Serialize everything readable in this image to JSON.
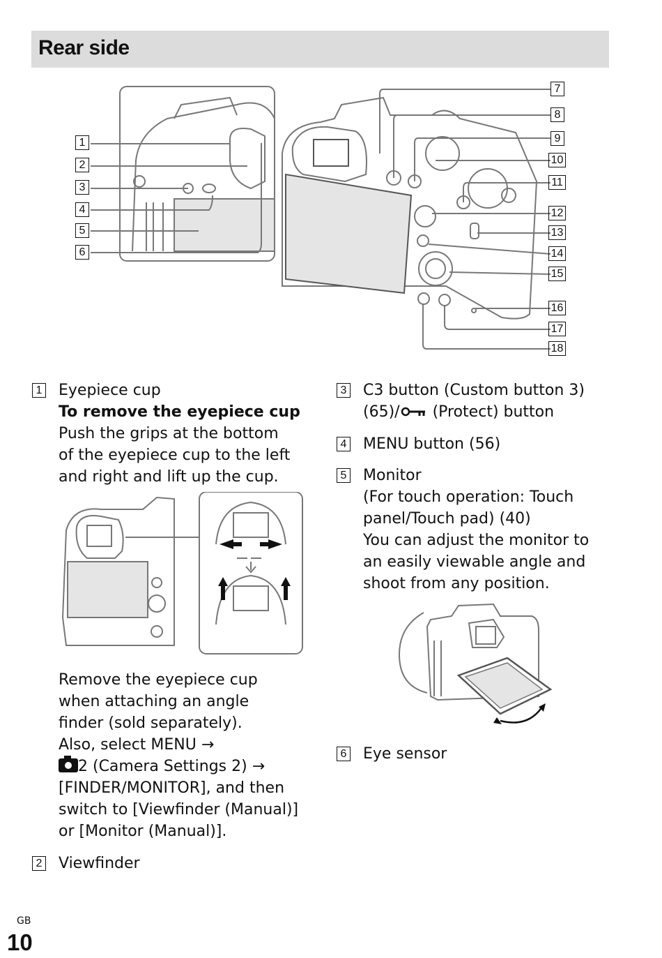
{
  "header": {
    "title": "Rear side"
  },
  "callouts": [
    "1",
    "2",
    "3",
    "4",
    "5",
    "6",
    "7",
    "8",
    "9",
    "10",
    "11",
    "12",
    "13",
    "14",
    "15",
    "16",
    "17",
    "18"
  ],
  "left_column": {
    "item1": {
      "num": "1",
      "title": "Eyepiece cup",
      "subtitle": "To remove the eyepiece cup",
      "text_lines": [
        "Push the grips at the bottom",
        "of the eyepiece cup to the left",
        "and right and lift up the cup."
      ],
      "note_lines": [
        "Remove the eyepiece cup",
        "when attaching an angle",
        "finder (sold separately).",
        "Also, select MENU →"
      ],
      "note_camera_suffix": "2 (Camera Settings 2) →",
      "note_tail_lines": [
        "[FINDER/MONITOR], and then",
        "switch to [Viewfinder (Manual)]",
        "or [Monitor (Manual)]."
      ]
    },
    "item2": {
      "num": "2",
      "title": "Viewfinder"
    }
  },
  "right_column": {
    "item3": {
      "num": "3",
      "line1": "C3 button (Custom button 3)",
      "line2_prefix": "(65)/",
      "line2_suffix": " (Protect) button"
    },
    "item4": {
      "num": "4",
      "title": "MENU button (56)"
    },
    "item5": {
      "num": "5",
      "title": "Monitor",
      "bold_lines": [
        "(For touch operation: Touch",
        "panel/Touch pad) (40)"
      ],
      "text_lines": [
        "You can adjust the monitor to",
        "an easily viewable angle and",
        "shoot from any position."
      ]
    },
    "item6": {
      "num": "6",
      "title": "Eye sensor"
    }
  },
  "footer": {
    "region": "GB",
    "page_number": "10"
  }
}
